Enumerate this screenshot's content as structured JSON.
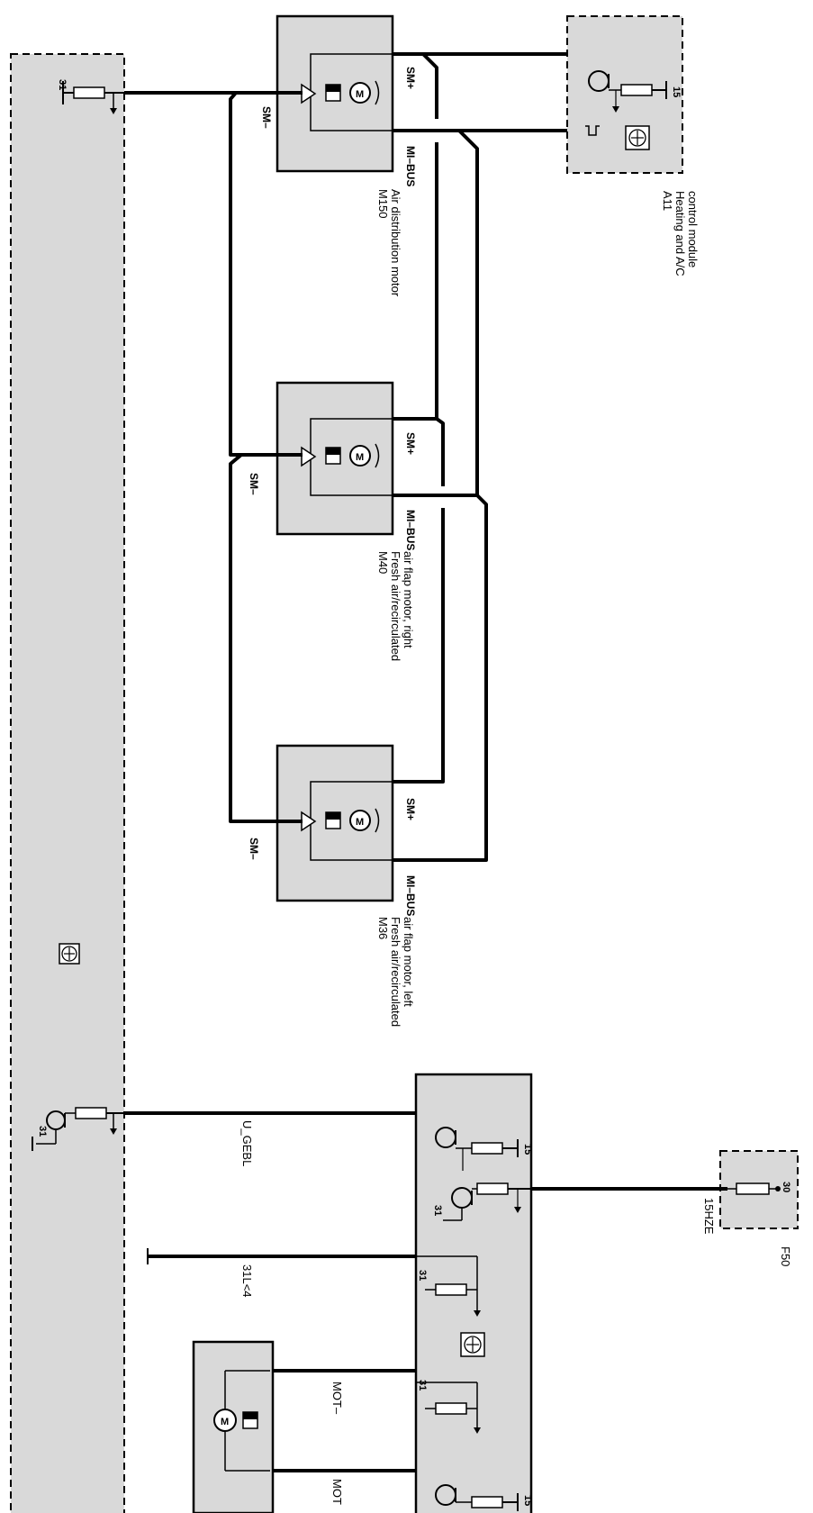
{
  "components": {
    "a11": {
      "id": "A11",
      "name_line1": "Heating and A/C",
      "name_line2": "control module",
      "pin": "15"
    },
    "m150": {
      "id": "M150",
      "name_line1": "Air distribution motor",
      "pin_sm_plus": "SM+",
      "pin_sm_minus": "SM–",
      "pin_mibus": "MI–BUS"
    },
    "m40": {
      "id": "M40",
      "name_line1": "Fresh air/recirculated",
      "name_line2": "air flap motor, right",
      "pin_sm_plus": "SM+",
      "pin_sm_minus": "SM–",
      "pin_mibus": "MI–BUS"
    },
    "m36": {
      "id": "M36",
      "name_line1": "Fresh air/recirculated",
      "name_line2": "air flap motor, left",
      "pin_sm_plus": "SM+",
      "pin_sm_minus": "SM–",
      "pin_mibus": "MI–BUS"
    },
    "f50": {
      "id": "F50",
      "pin": "30"
    },
    "left_module": {
      "pin_top": "31",
      "pin_bottom": "31"
    },
    "blower_stage": {
      "pin_15a": "15",
      "pin_31a": "31",
      "pin_31b": "31",
      "pin_31c": "31",
      "pin_15b": "15"
    }
  },
  "wires": {
    "u_gebl": "U_GEBL",
    "l15hze": "15HZE",
    "l31l4": "31L<4",
    "mot_minus": "MOT–",
    "mot_plus": "MOT"
  },
  "colors": {
    "module_fill": "#d9d9d9",
    "line": "#000000"
  }
}
